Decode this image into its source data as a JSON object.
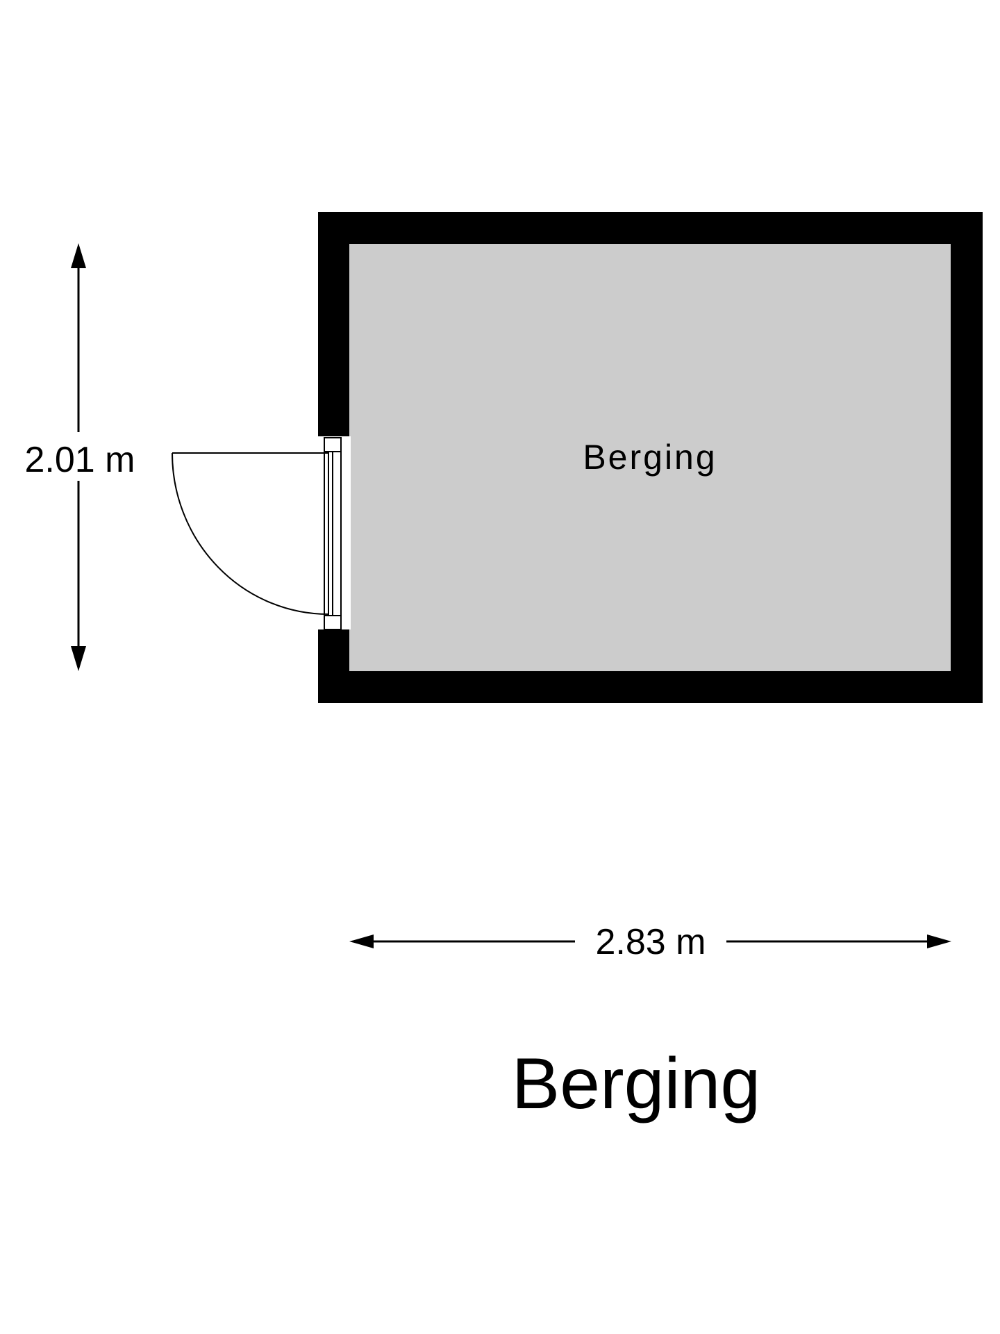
{
  "plan": {
    "title": "Berging",
    "room": {
      "name": "Berging",
      "width": "2.83 m",
      "height": "2.01 m"
    },
    "colors": {
      "wall": "#000000",
      "floor": "#cccccc",
      "background": "#ffffff",
      "line": "#000000"
    }
  }
}
